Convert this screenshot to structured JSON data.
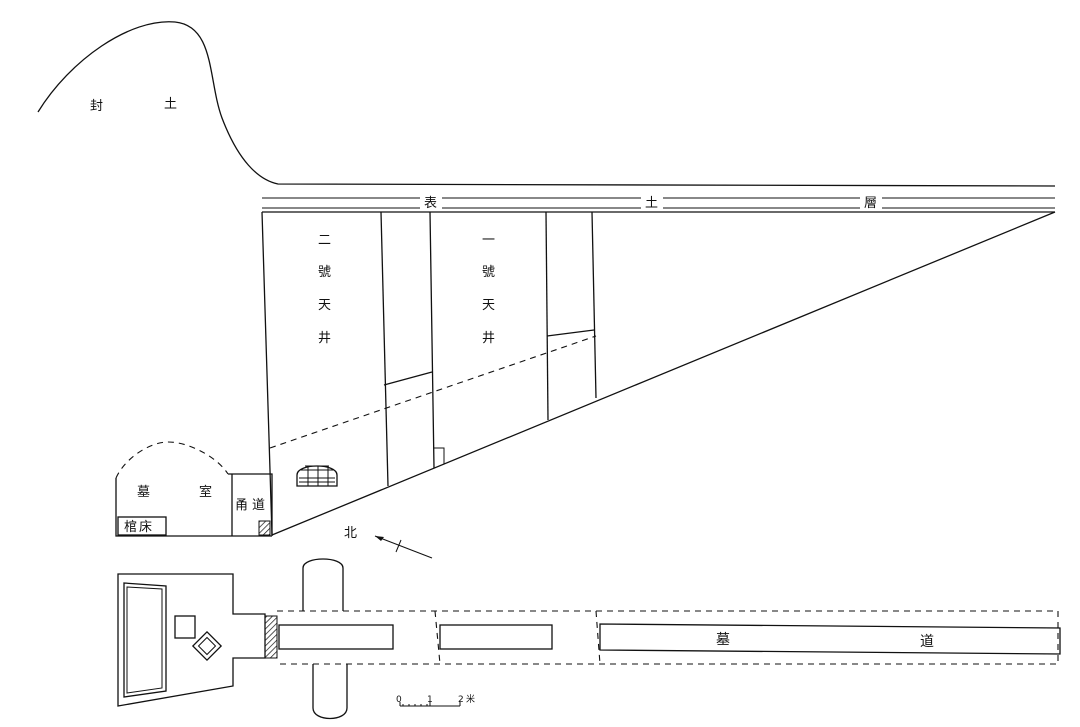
{
  "section": {
    "mound_label": [
      "封",
      "土"
    ],
    "topsoil_label": [
      "表",
      "土",
      "層"
    ],
    "shaft2_label": [
      "二",
      "號",
      "天",
      "井"
    ],
    "shaft1_label": [
      "一",
      "號",
      "天",
      "井"
    ],
    "chamber_label": [
      "墓",
      "室"
    ],
    "corridor_label": [
      "甬",
      "道"
    ],
    "coffin_bed_label": "棺床",
    "north_label": "北"
  },
  "plan": {
    "passage_label": [
      "墓",
      "道"
    ]
  },
  "scale": {
    "ticks": [
      "0",
      "1",
      "2"
    ],
    "unit": "米"
  }
}
